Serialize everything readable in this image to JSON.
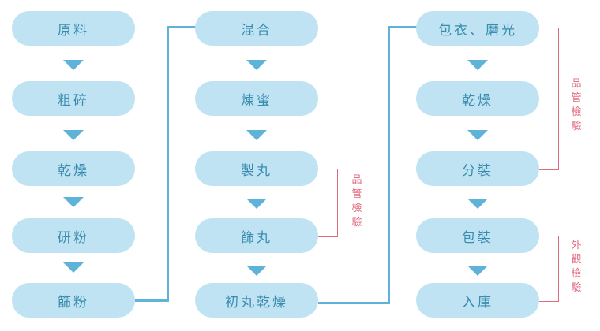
{
  "columns": [
    [
      "原料",
      "粗碎",
      "乾燥",
      "研粉",
      "篩粉"
    ],
    [
      "混合",
      "煉蜜",
      "製丸",
      "篩丸",
      "初丸乾燥"
    ],
    [
      "包衣、磨光",
      "乾燥",
      "分裝",
      "包裝",
      "入庫"
    ]
  ],
  "annotations": {
    "qc_mid": "品管檢驗",
    "qc_right": "品管檢驗",
    "visual_right": "外觀檢驗"
  },
  "colors": {
    "box_fill": "#bfe3f3",
    "box_text": "#3a8cae",
    "connector": "#5fb3d8",
    "inspection": "#e06a7e"
  }
}
